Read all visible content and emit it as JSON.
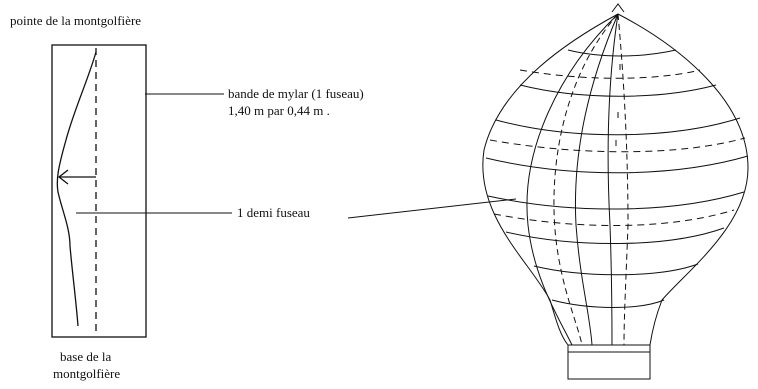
{
  "labels": {
    "top": "pointe de la montgolfière",
    "strip_line1": "bande de mylar (1 fuseau)",
    "strip_line2": "1,40 m par 0,44 m .",
    "half_gore": "1 demi fuseau",
    "base_line1": "base de la",
    "base_line2": "montgolfière"
  },
  "colors": {
    "ink": "#111111",
    "background": "#ffffff"
  }
}
